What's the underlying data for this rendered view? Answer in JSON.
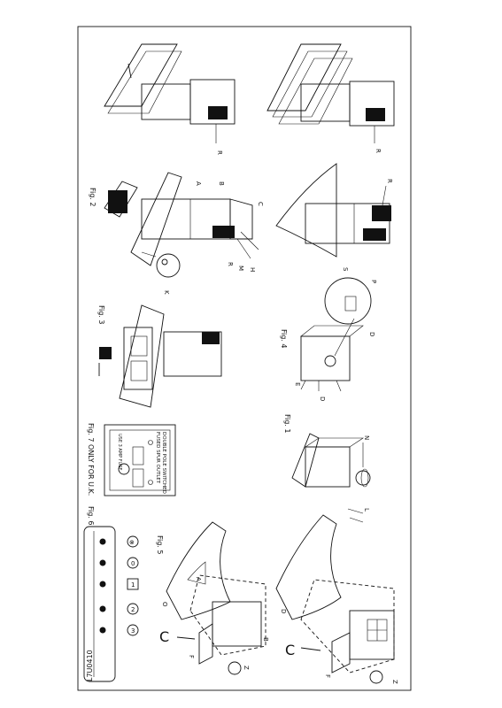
{
  "doc_code": "L7U0410",
  "figures": {
    "fig1": "Fig. 1",
    "fig2": "Fig. 2",
    "fig3": "Fig. 3",
    "fig4": "Fig. 4",
    "fig5": "Fig. 5",
    "fig6": "Fig. 6",
    "fig7": "Fig. 7 ONLY FOR U.K."
  },
  "labels": {
    "A": "A",
    "B": "B",
    "C": "C",
    "D": "D",
    "E": "E",
    "F": "F",
    "H": "H",
    "K": "K",
    "L": "L",
    "M": "M",
    "N": "N",
    "O": "O",
    "P": "P",
    "R": "R",
    "S": "S",
    "Z": "Z"
  },
  "uk_panel": {
    "title1": "DOUBLE POLE SWITCHED",
    "title2": "FUSED SPUR OUTLET",
    "fuse": "USE 3 AMP FUSE"
  },
  "control_panel": {
    "buttons": [
      "⊗",
      "0",
      "1",
      "2",
      "3"
    ]
  }
}
